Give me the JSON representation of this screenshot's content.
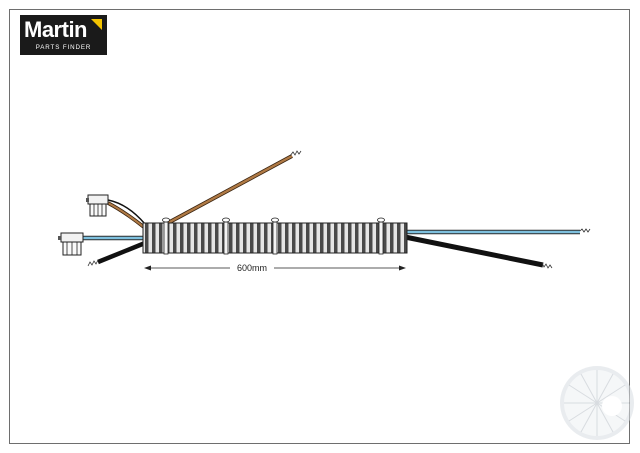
{
  "logo": {
    "brand": "Martin",
    "tagline": "PARTS FINDER",
    "accent_color": "#f3c300"
  },
  "diagram": {
    "dimension_label": "600mm",
    "wire_colors": {
      "brown": "#8b5a2b",
      "blue": "#6fb4d4",
      "black": "#1a1a1a"
    },
    "icons": [
      "connector-icon",
      "spiral-watermark-icon"
    ]
  }
}
